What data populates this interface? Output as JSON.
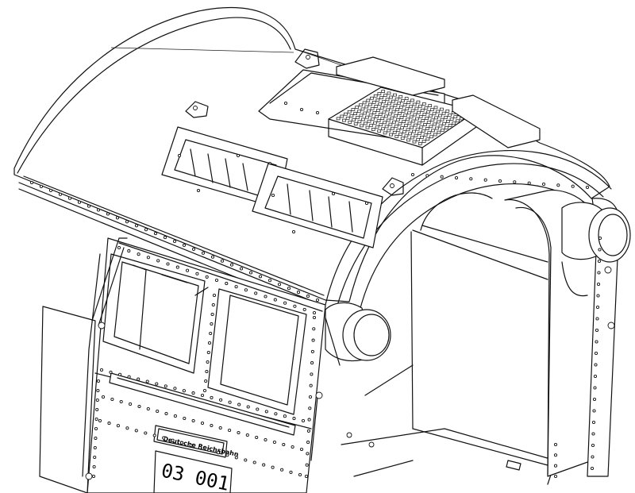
{
  "drawing": {
    "subject": "steam locomotive cab line drawing",
    "plaque_text": "Deutsche Reichsbahn",
    "number_text": "03 001",
    "line_color": "#111111",
    "background_color": "#ffffff"
  }
}
